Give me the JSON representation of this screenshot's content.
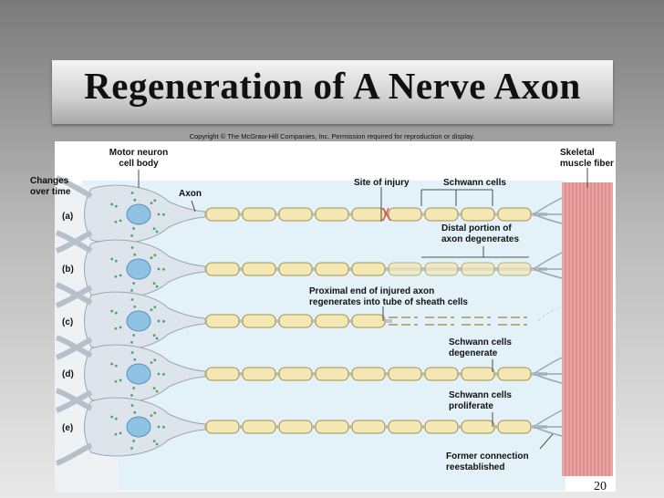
{
  "slide": {
    "title": "Regeneration of A Nerve Axon",
    "copyright": "Copyright © The McGraw-Hill Companies, Inc. Permission required for reproduction or display.",
    "page_number": "20"
  },
  "labels": {
    "motor_neuron_line1": "Motor neuron",
    "motor_neuron_line2": "cell body",
    "changes_line1": "Changes",
    "changes_line2": "over time",
    "axon": "Axon",
    "site_of_injury": "Site of injury",
    "schwann_cells": "Schwann cells",
    "skeletal_line1": "Skeletal",
    "skeletal_line2": "muscle fiber",
    "distal_line1": "Distal portion of",
    "distal_line2": "axon degenerates",
    "proximal_line1": "Proximal end of injured axon",
    "proximal_line2": "regenerates into tube of sheath cells",
    "schwann_degenerate_line1": "Schwann cells",
    "schwann_degenerate_line2": "degenerate",
    "schwann_proliferate_line1": "Schwann cells",
    "schwann_proliferate_line2": "proliferate",
    "former_line1": "Former connection",
    "former_line2": "reestablished"
  },
  "stages": [
    "(a)",
    "(b)",
    "(c)",
    "(d)",
    "(e)"
  ],
  "colors": {
    "schwann_fill": "#f3e7b4",
    "schwann_stroke": "#a98f4a",
    "neuron_fill": "#dde4ec",
    "nucleus": "#8fc3e6",
    "granules": "#4aa56a",
    "muscle": "#e9a4a4",
    "muscle_stripe": "#c85a5a",
    "background_tint": "#e3f2f8"
  }
}
